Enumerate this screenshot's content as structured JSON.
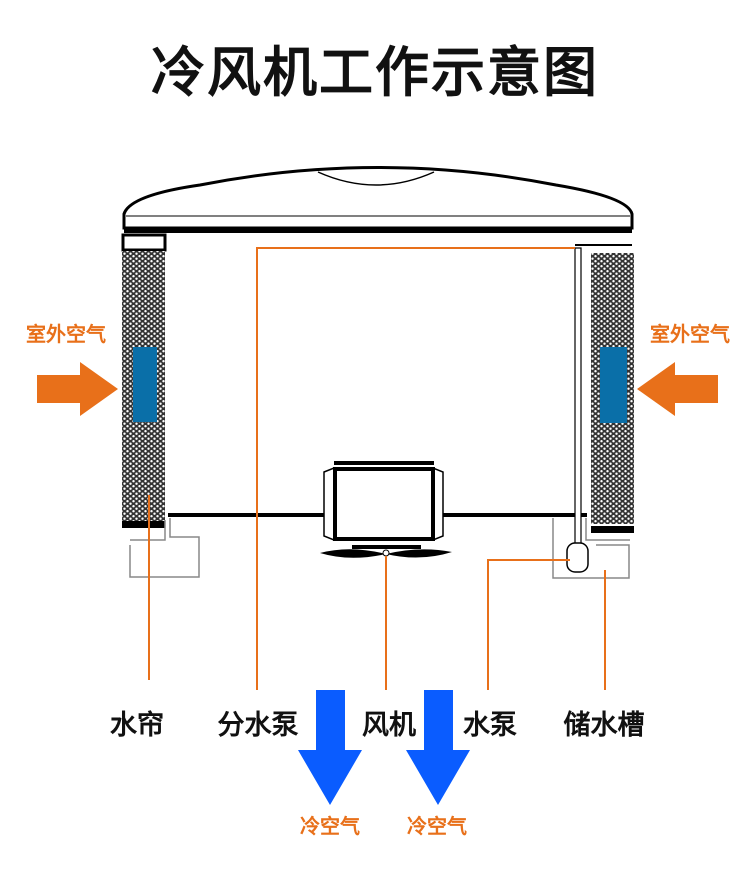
{
  "title": "冷风机工作示意图",
  "outside_air_left": "室外空气",
  "outside_air_right": "室外空气",
  "labels": {
    "water_curtain": "水帘",
    "distribution_pump": "分水泵",
    "fan": "风机",
    "water_pump": "水泵",
    "water_tank": "储水槽"
  },
  "cold_air": [
    "冷空气",
    "冷空气"
  ],
  "colors": {
    "orange": "#e8701a",
    "blue_arrow": "#0a5cff",
    "pad_blue": "#0a6fa8"
  }
}
